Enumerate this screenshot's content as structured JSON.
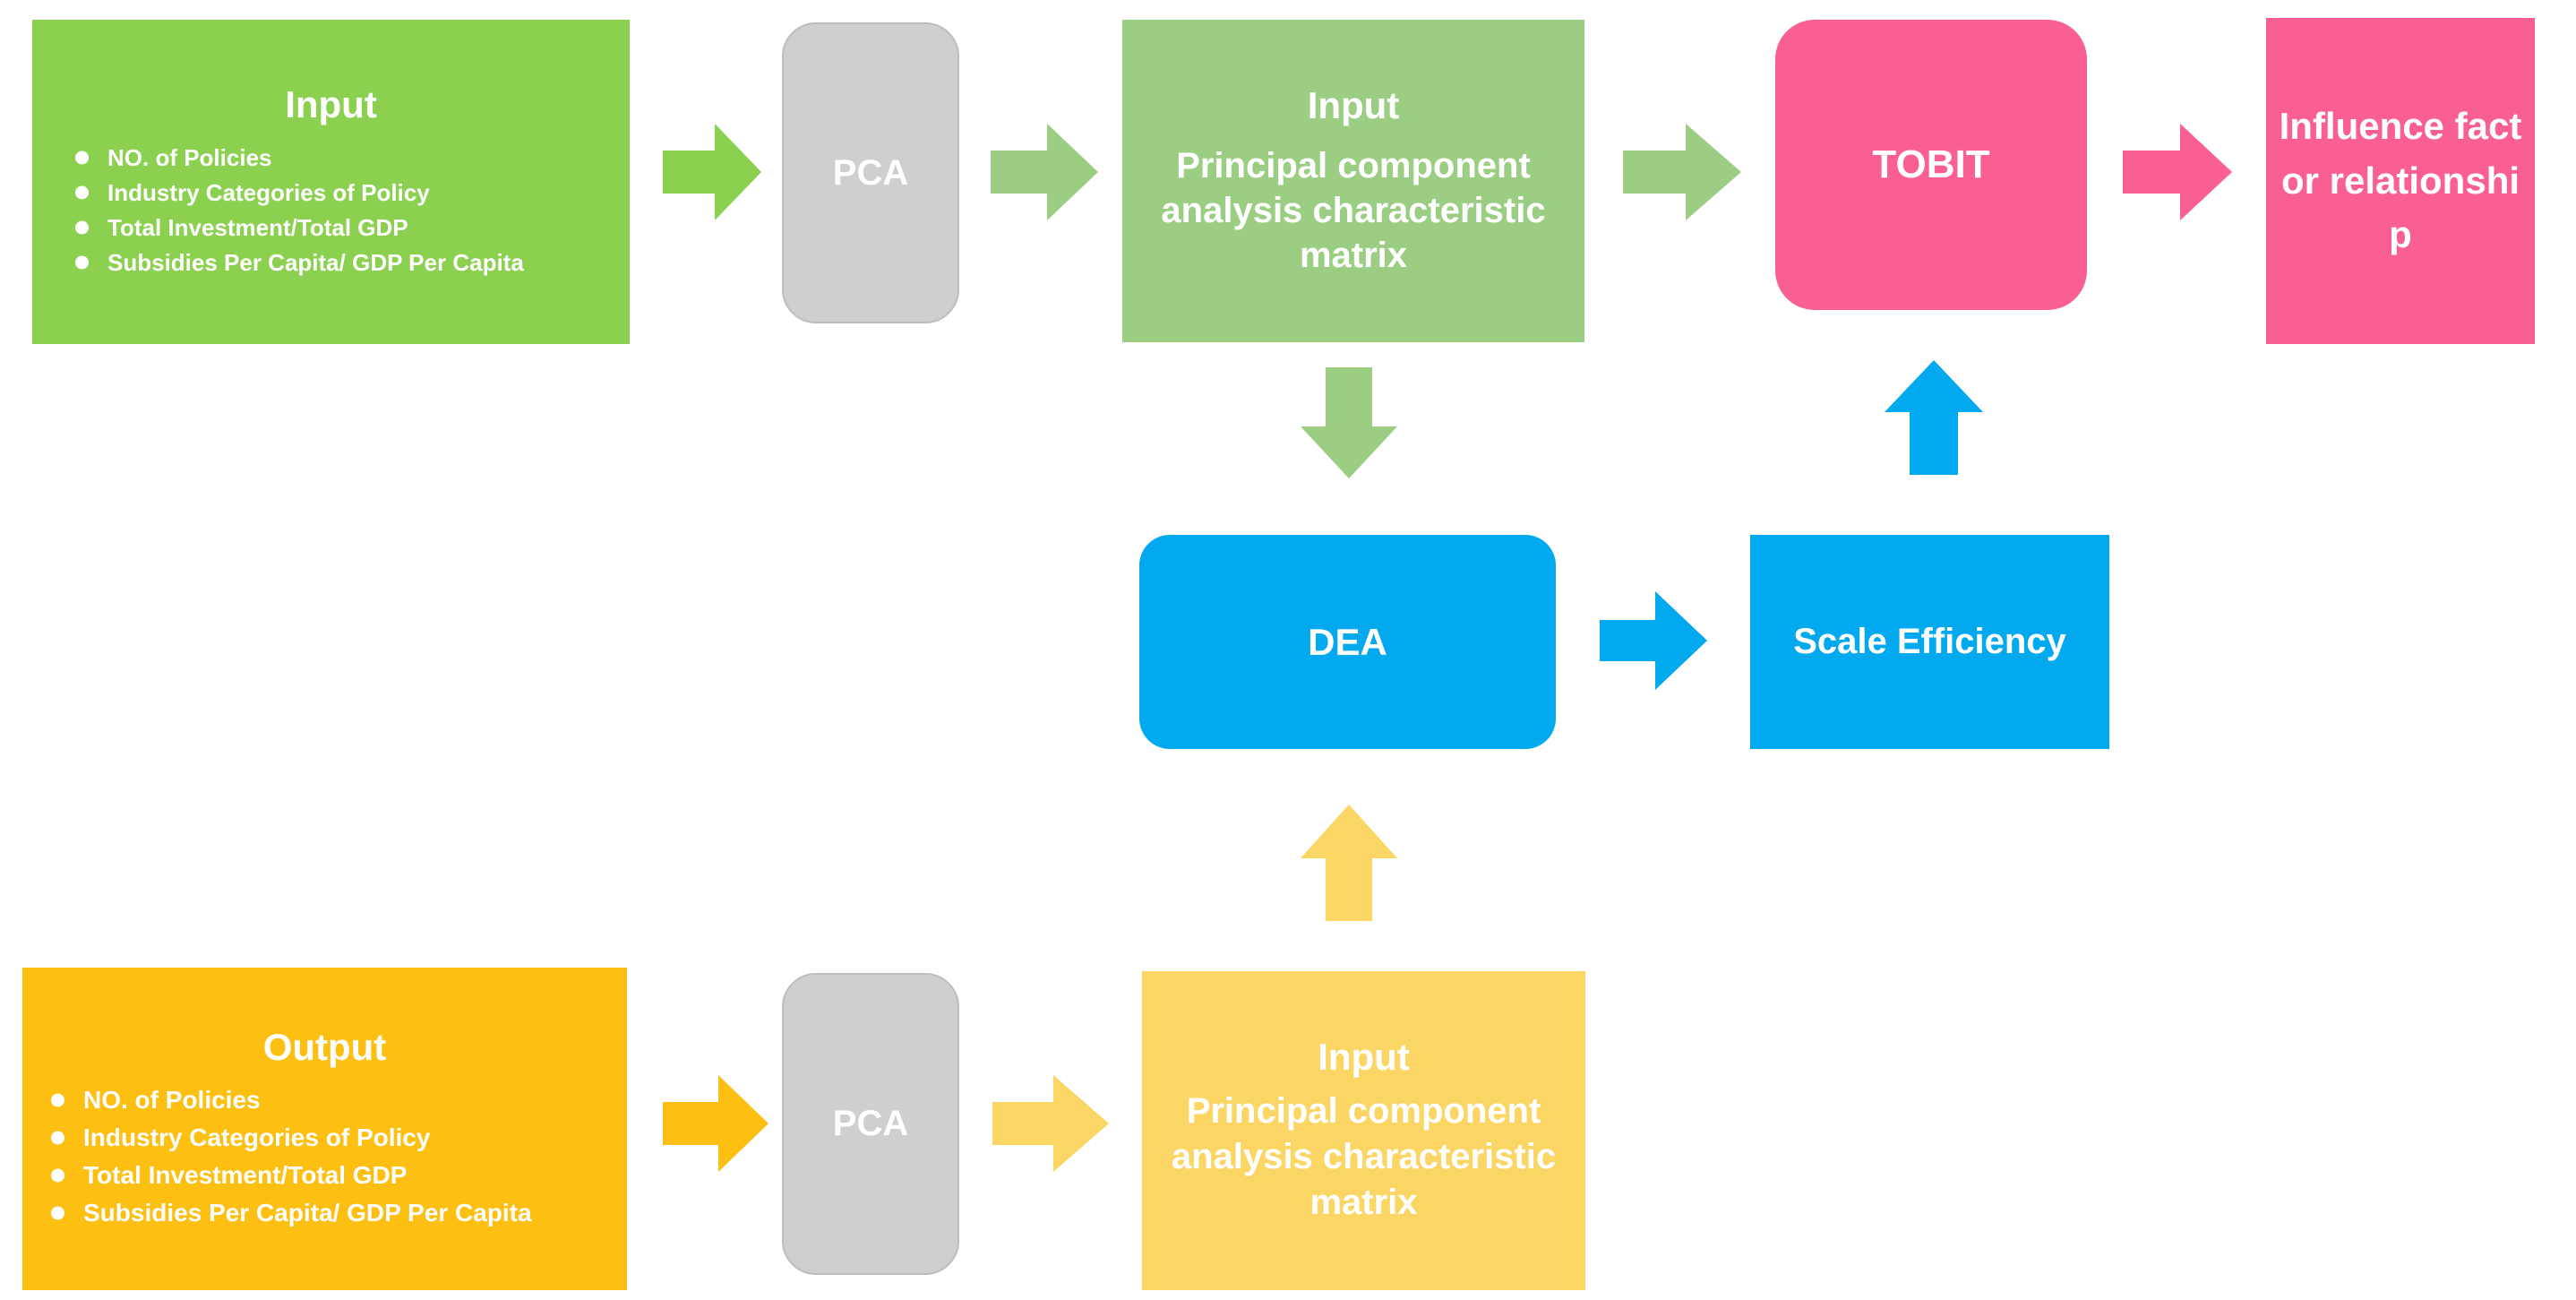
{
  "diagram": {
    "title": "PCA-DEA-TOBIT analysis framework flowchart",
    "colors": {
      "green_strong": "#8CD04F",
      "green_light": "#9BCE83",
      "gray": "#CFCFCF",
      "pink": "#FA5F94",
      "blue": "#02A9EF",
      "orange": "#FDBF11",
      "yellow_light": "#FBD665",
      "text_on_fill": "#FFFFFF"
    }
  },
  "nodes": {
    "input_main": {
      "title": "Input",
      "bullets": [
        "NO. of Policies",
        "Industry Categories of Policy",
        "Total Investment/Total GDP",
        "Subsidies Per Capita/ GDP Per Capita"
      ]
    },
    "pca_top": {
      "label": "PCA"
    },
    "pcm_top": {
      "title": "Input",
      "body": "Principal component analysis characteristic matrix"
    },
    "tobit": {
      "label": "TOBIT"
    },
    "influence": {
      "label": "Influence factor relationship"
    },
    "dea": {
      "label": "DEA"
    },
    "scale_efficiency": {
      "label": "Scale Efficiency"
    },
    "output_main": {
      "title": "Output",
      "bullets": [
        "NO. of Policies",
        "Industry Categories of Policy",
        "Total Investment/Total GDP",
        "Subsidies Per Capita/ GDP Per Capita"
      ]
    },
    "pca_bottom": {
      "label": "PCA"
    },
    "pcm_bottom": {
      "title": "Input",
      "body": "Principal component analysis characteristic matrix"
    }
  },
  "arrows": [
    {
      "name": "input-to-pca",
      "direction": "right",
      "color": "#8CD04F"
    },
    {
      "name": "pca-to-pcm",
      "direction": "right",
      "color": "#9BCE83"
    },
    {
      "name": "pcm-to-tobit",
      "direction": "right",
      "color": "#9BCE83"
    },
    {
      "name": "tobit-to-influence",
      "direction": "right",
      "color": "#FA5F94"
    },
    {
      "name": "pcm-to-dea",
      "direction": "down",
      "color": "#9BCE83"
    },
    {
      "name": "dea-to-tobit",
      "direction": "up",
      "color": "#02A9EF"
    },
    {
      "name": "dea-to-scale",
      "direction": "right",
      "color": "#02A9EF"
    },
    {
      "name": "pcm-bottom-to-dea",
      "direction": "up",
      "color": "#FBD665"
    },
    {
      "name": "output-to-pca",
      "direction": "right",
      "color": "#FDBF11"
    },
    {
      "name": "pca-to-pcm-bottom",
      "direction": "right",
      "color": "#FBD665"
    }
  ]
}
